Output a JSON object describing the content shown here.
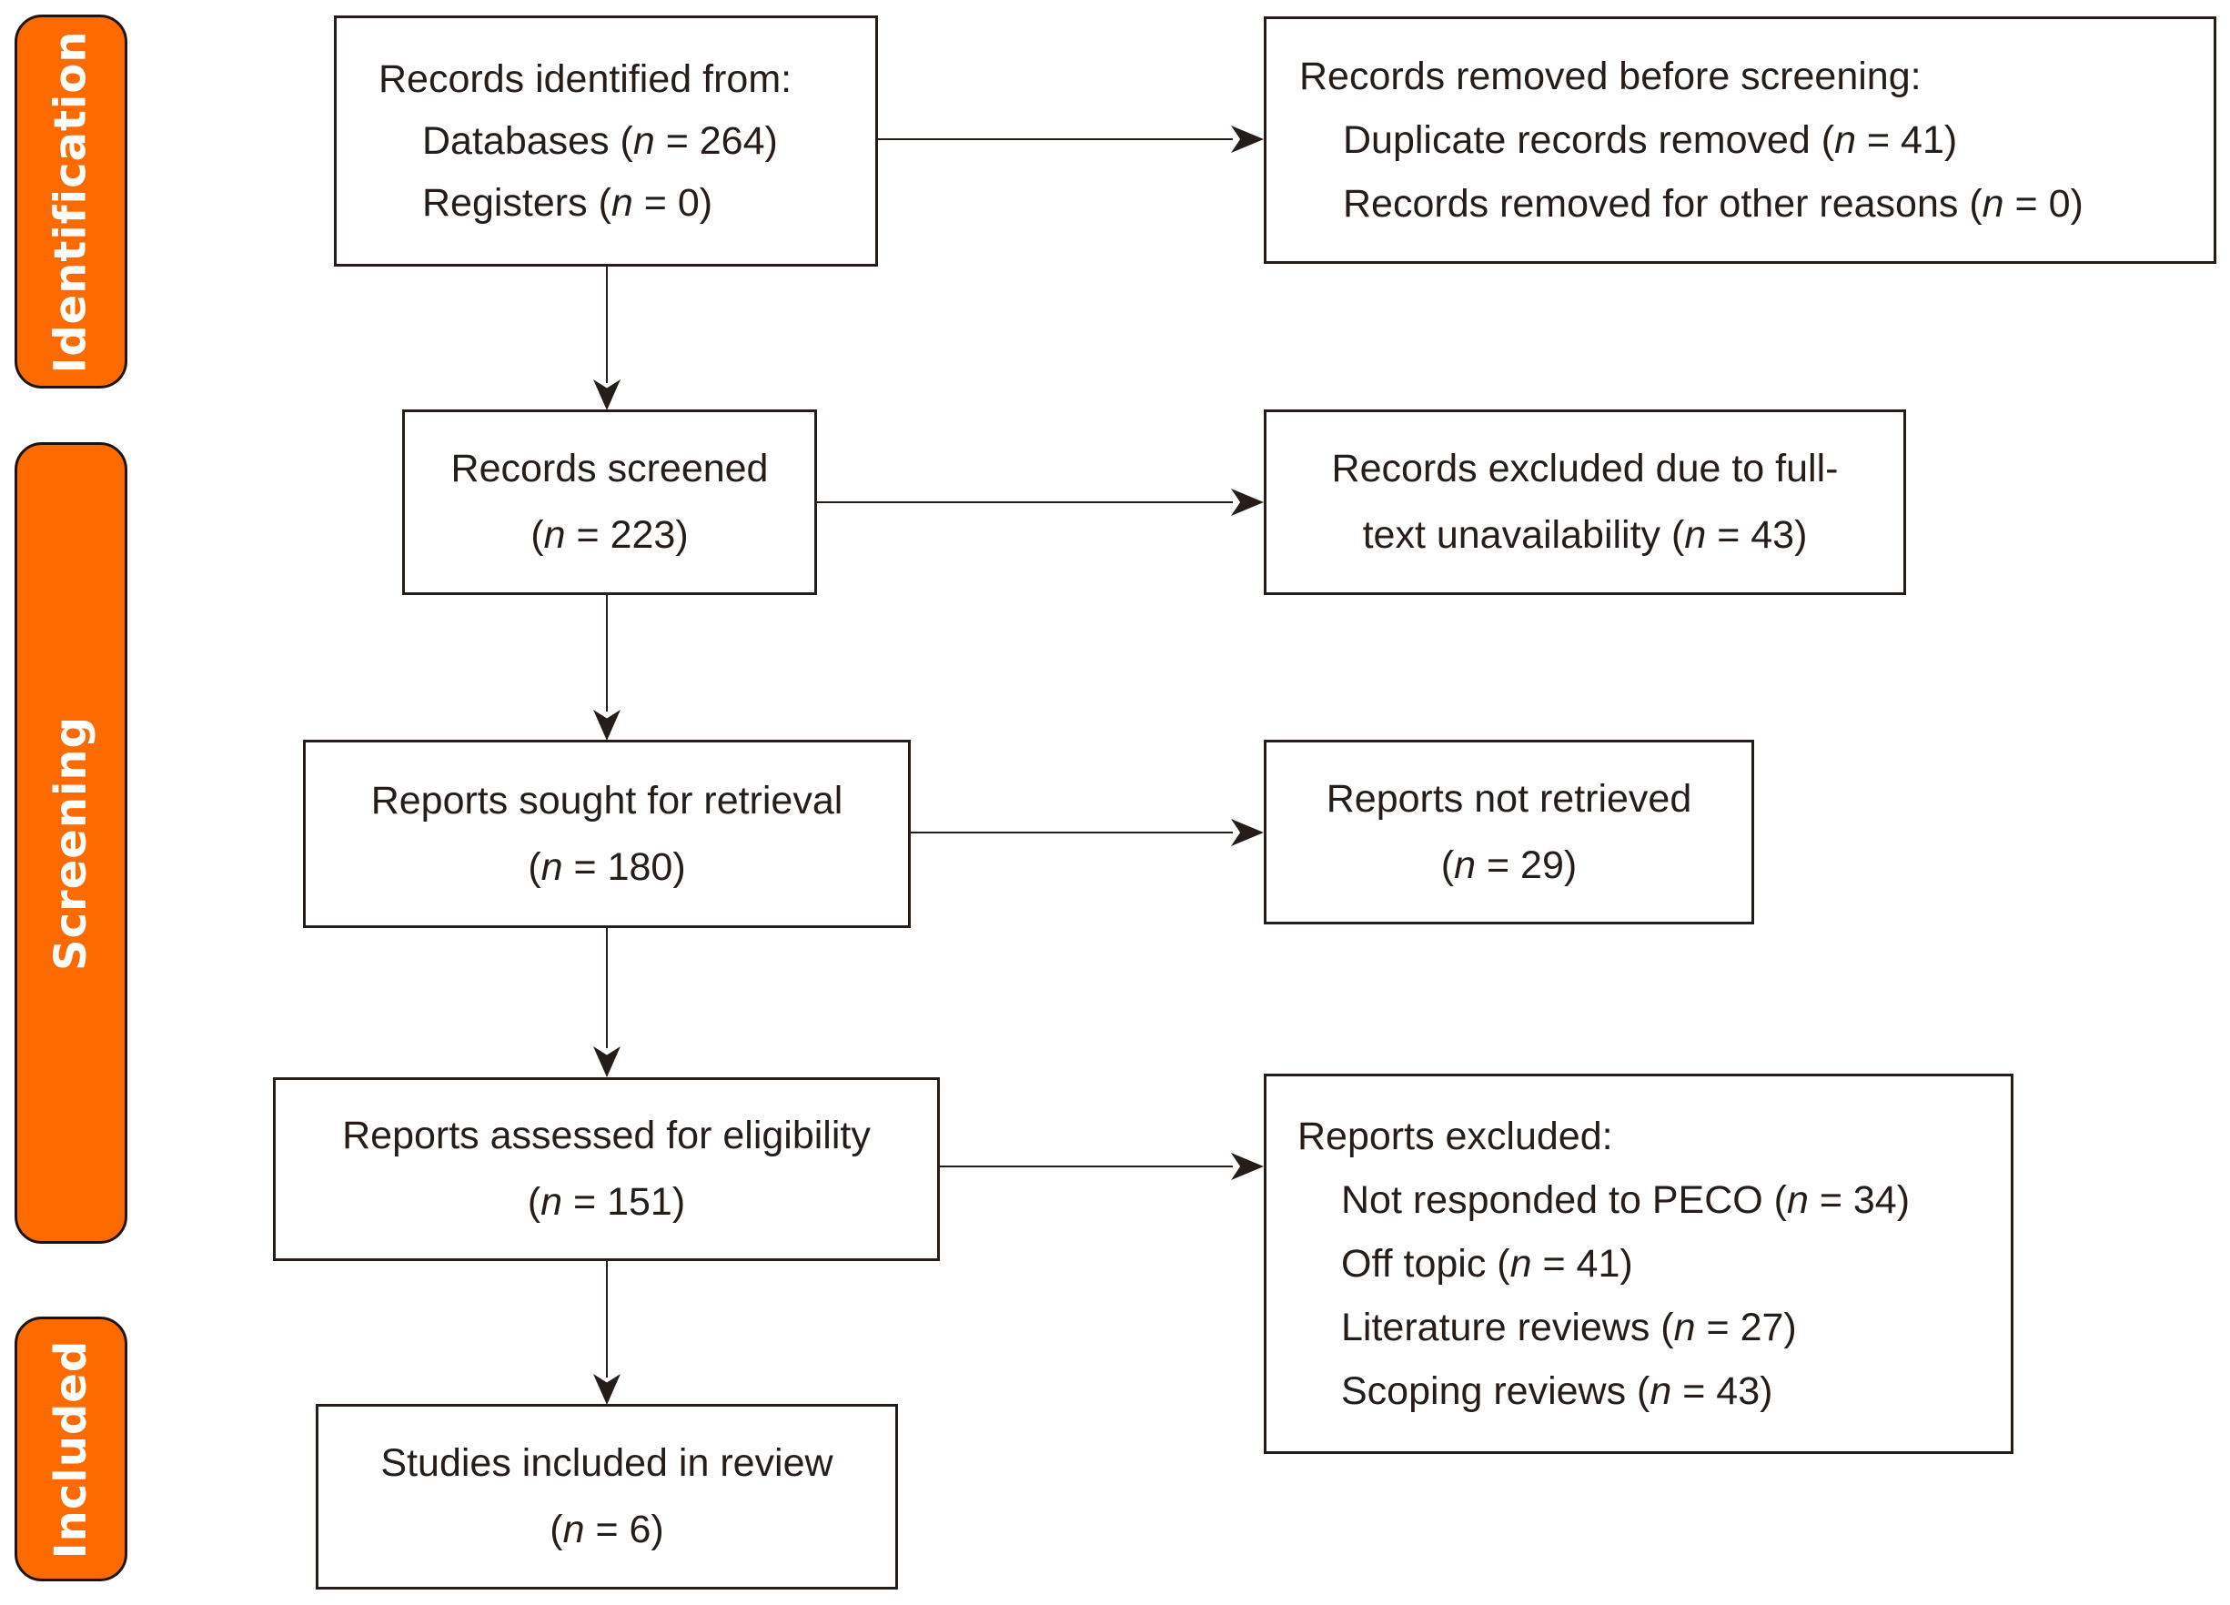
{
  "palette": {
    "stage_fill": "#FC6A00",
    "stage_text": "#FFFFFF",
    "box_border": "#241D1A",
    "text": "#241D1A",
    "arrow": "#241D1A",
    "background": "#FFFFFF"
  },
  "stages": [
    {
      "label": "Identification"
    },
    {
      "label": "Screening"
    },
    {
      "label": "Included"
    }
  ],
  "boxes": {
    "identified": {
      "lines": [
        "Records identified from:",
        "Databases (n = 264)",
        "Registers (n = 0)"
      ]
    },
    "removed_before_screening": {
      "lines": [
        "Records removed before screening:",
        "Duplicate records removed (n = 41)",
        "Records removed for other reasons (n = 0)"
      ]
    },
    "screened": {
      "lines": [
        "Records screened",
        "(n = 223)"
      ]
    },
    "excluded_fulltext": {
      "lines": [
        "Records excluded due to full-",
        "text unavailability (n = 43)"
      ]
    },
    "sought": {
      "lines": [
        "Reports sought for retrieval",
        "(n = 180)"
      ]
    },
    "not_retrieved": {
      "lines": [
        "Reports not retrieved",
        "(n = 29)"
      ]
    },
    "assessed": {
      "lines": [
        "Reports assessed for eligibility",
        "(n = 151)"
      ]
    },
    "reports_excluded": {
      "lines": [
        "Reports excluded:",
        "Not responded to PECO (n = 34)",
        "Off topic (n = 41)",
        "Literature reviews (n = 27)",
        "Scoping reviews (n = 43)"
      ]
    },
    "included_studies": {
      "lines": [
        "Studies included in review",
        "(n = 6)"
      ]
    }
  }
}
